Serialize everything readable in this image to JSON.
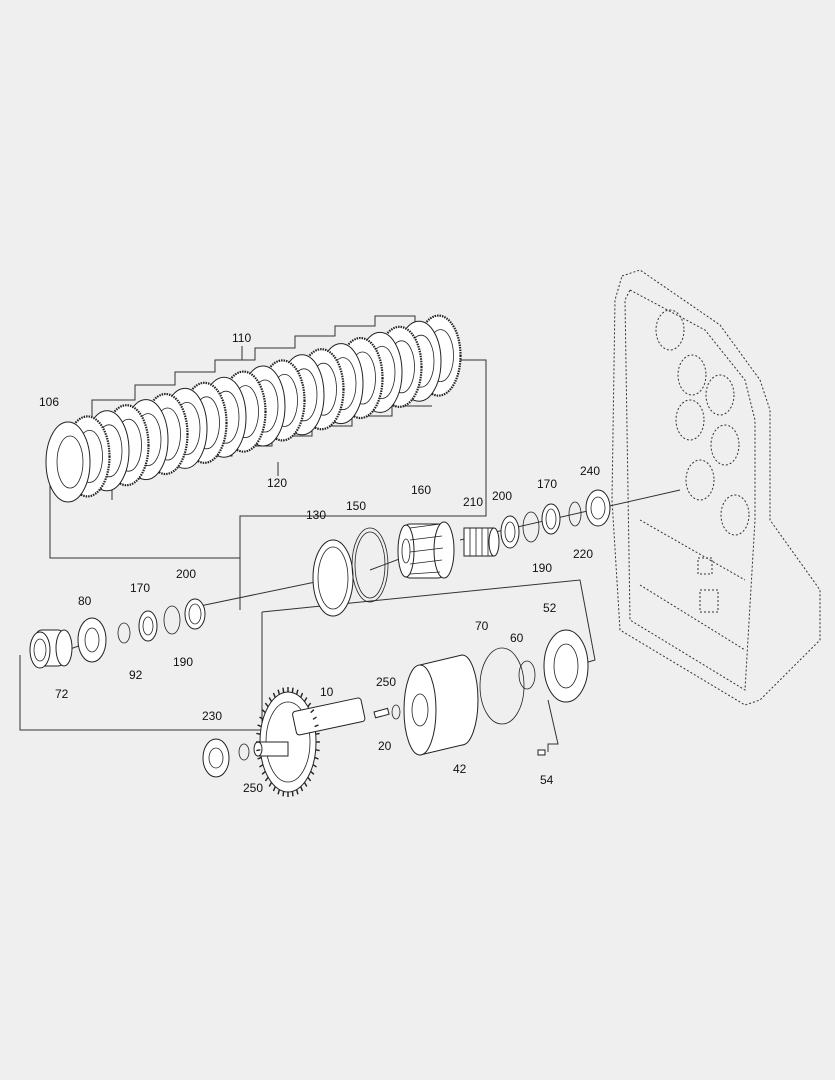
{
  "diagram": {
    "background": "#efefef",
    "line_color": "#222222",
    "labels": {
      "l106": "106",
      "l110": "110",
      "l120": "120",
      "l130": "130",
      "l150": "150",
      "l160": "160",
      "l210": "210",
      "l200a": "200",
      "l170a": "170",
      "l240": "240",
      "l190a": "190",
      "l220": "220",
      "l80": "80",
      "l170b": "170",
      "l200b": "200",
      "l72": "72",
      "l92": "92",
      "l190b": "190",
      "l70": "70",
      "l60": "60",
      "l52": "52",
      "l10": "10",
      "l250a": "250",
      "l20": "20",
      "l42": "42",
      "l230": "230",
      "l250b": "250",
      "l54": "54"
    }
  }
}
